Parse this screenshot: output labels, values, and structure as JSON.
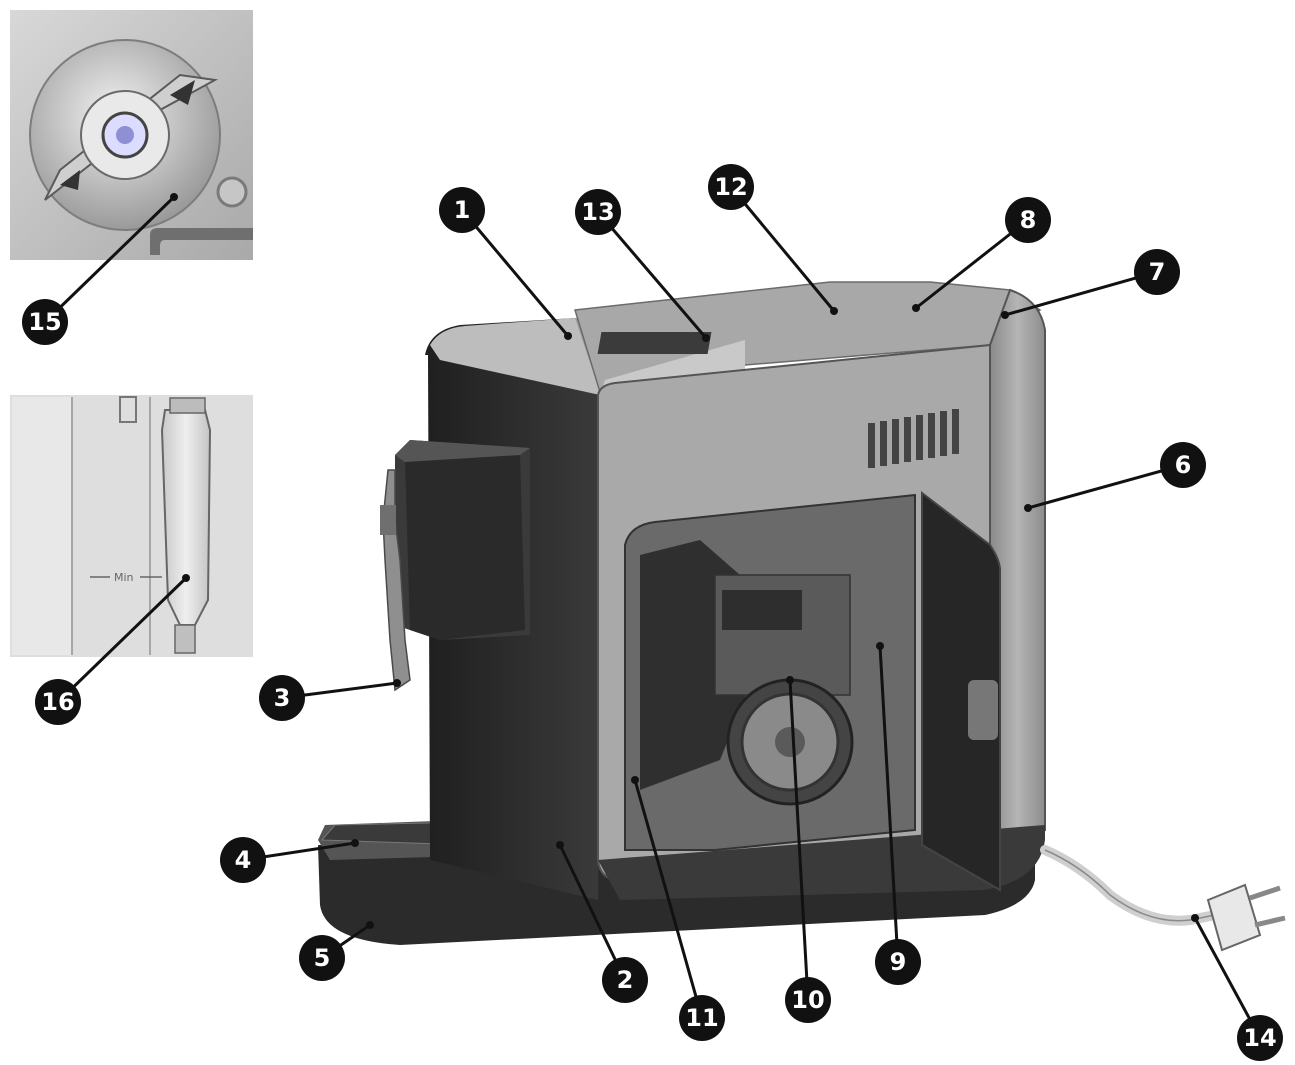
{
  "callouts": [
    "1",
    "2",
    "3",
    "4",
    "5",
    "6",
    "7",
    "8",
    "9",
    "10",
    "11",
    "12",
    "13",
    "14",
    "15",
    "16"
  ],
  "inset_min_label": "Min"
}
